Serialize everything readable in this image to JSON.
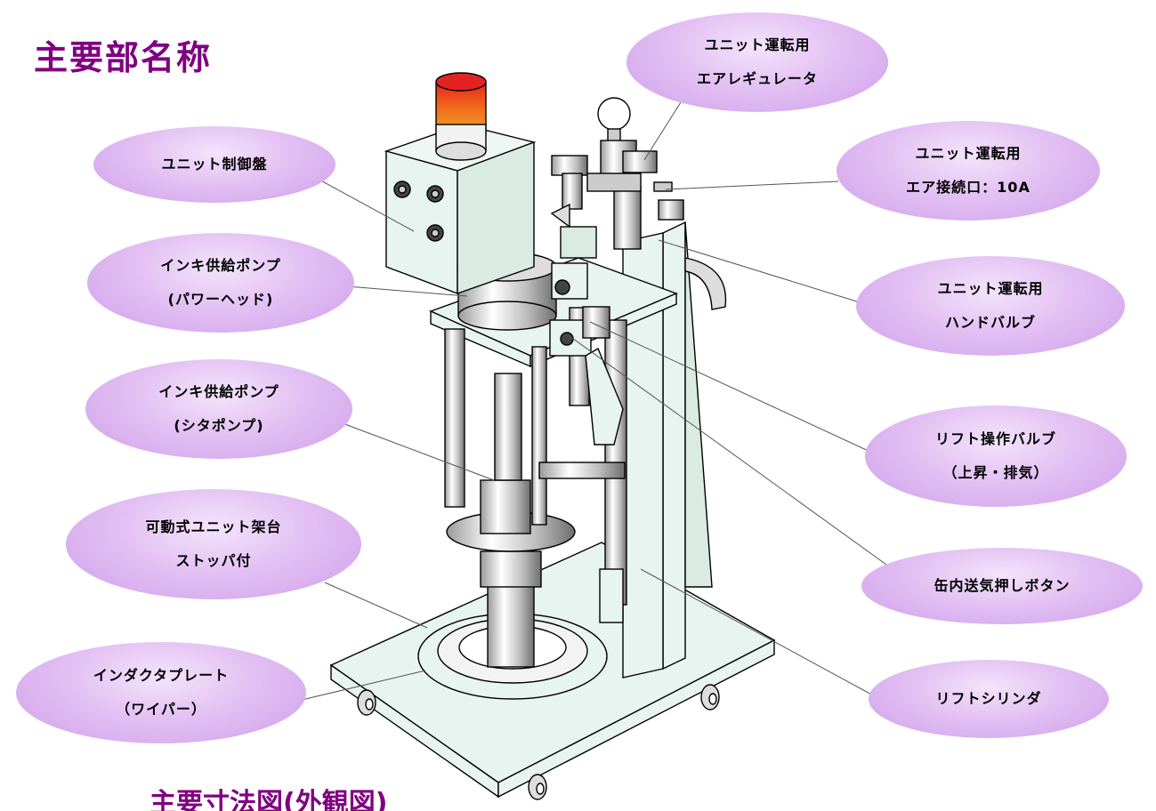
{
  "header": {
    "title": "主要部名称",
    "subtitle": "主要寸法図(外観図)"
  },
  "labels": {
    "control_panel": [
      "ユニット制御盤"
    ],
    "power_head": [
      "インキ供給ポンプ",
      "(パワーヘッド)"
    ],
    "lower_pump": [
      "インキ供給ポンプ",
      "(シタポンプ)"
    ],
    "stand": [
      "可動式ユニット架台",
      "ストッパ付"
    ],
    "inductor_plate": [
      "インダクタプレート",
      "（ワイパー）"
    ],
    "air_regulator": [
      "ユニット運転用",
      "エアレギュレータ"
    ],
    "air_inlet": [
      "ユニット運転用",
      "エア接続口：10A"
    ],
    "hand_valve": [
      "ユニット運転用",
      "ハンドバルブ"
    ],
    "lift_valve": [
      "リフト操作バルブ",
      "（上昇・排気）"
    ],
    "air_button": [
      "缶内送気押しボタン"
    ],
    "lift_cylinder": [
      "リフトシリンダ"
    ]
  },
  "colors": {
    "accent": "#800080",
    "bubble": "#dcb5f0",
    "machine_fill": "#e8f4ef",
    "beacon": "#e52222"
  }
}
